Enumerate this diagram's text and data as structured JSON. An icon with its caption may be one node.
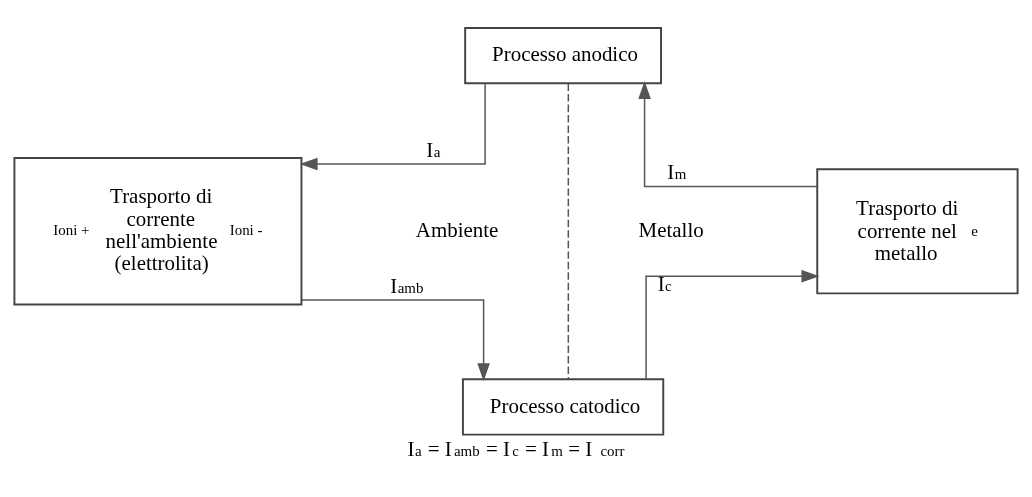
{
  "diagram": {
    "caption": "I$_{a}$ = I$_{amb}$ = I$_{c}$ = I$_{m}$ = I $_{corr}$",
    "nodes": [
      {
        "text": [
          "Processo anodico"
        ]
      },
      {
        "text": [
          "Ioni +",
          "Trasporto di corrente nell'ambiente (elettrolita)",
          "Ioni -"
        ]
      },
      {
        "text": [
          "Trasporto di corrente nel metallo",
          "e"
        ]
      },
      {
        "text": [
          "Processo catodico"
        ]
      }
    ],
    "edges": [
      {
        "from": 0,
        "to": 1,
        "arrow": "to",
        "label": "I$_{a}$"
      },
      {
        "from": 1,
        "to": 3,
        "arrow": "to",
        "label": "I$_{amb}$"
      },
      {
        "from": 3,
        "to": 2,
        "arrow": "to",
        "label": "I$_{c}$"
      },
      {
        "from": 2,
        "to": 0,
        "arrow": "to",
        "label": "I$_{m}$"
      },
      {
        "from": 0,
        "to": 3,
        "arrow": "none",
        "style": "dashed"
      }
    ],
    "labels": [
      "Ambiente",
      "Metallo"
    ]
  }
}
